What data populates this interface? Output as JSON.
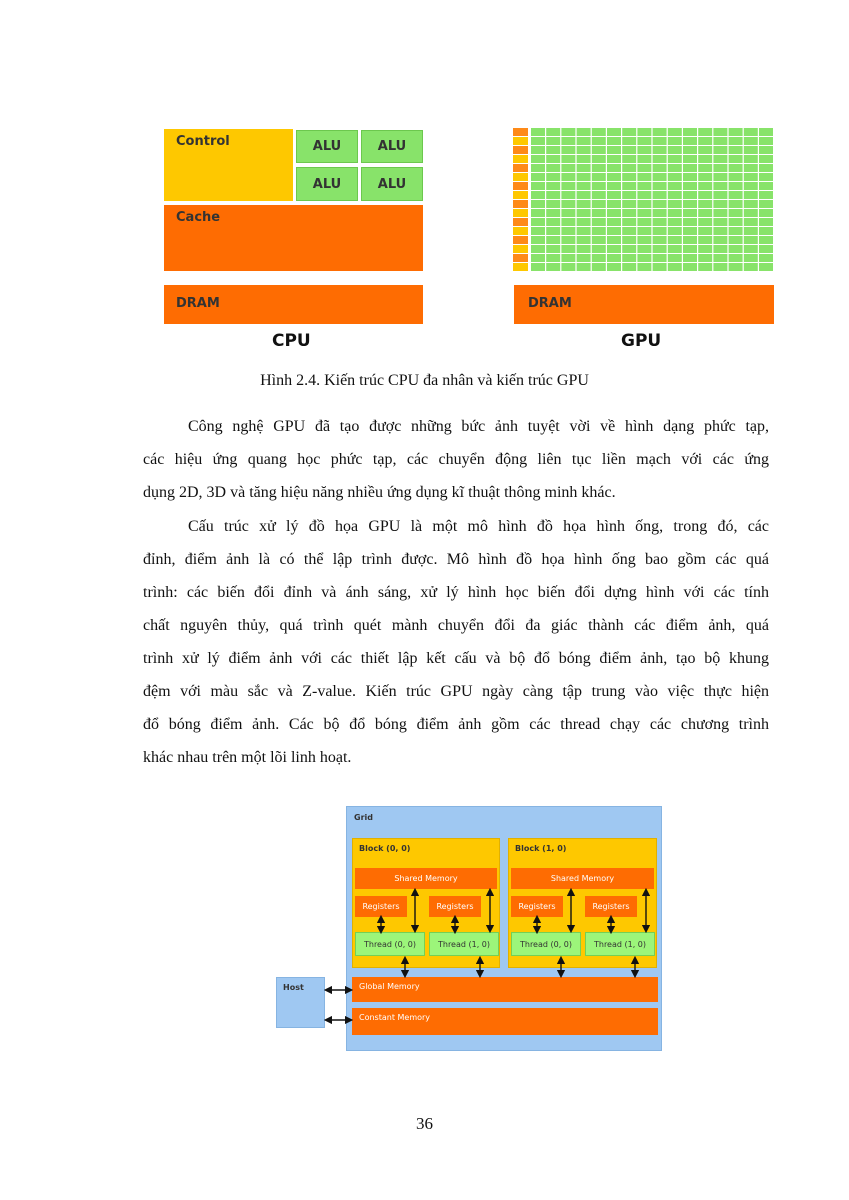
{
  "figure1": {
    "cpu": {
      "control": "Control",
      "alu": [
        "ALU",
        "ALU",
        "ALU",
        "ALU"
      ],
      "cache": "Cache",
      "dram": "DRAM",
      "caption": "CPU"
    },
    "gpu": {
      "dram": "DRAM",
      "caption": "GPU"
    },
    "colors": {
      "control": "#fec800",
      "alu": "#88e36a",
      "cache": "#fe6c02",
      "dram": "#fe6c02"
    }
  },
  "figure_caption": "Hình 2.4. Kiến trúc CPU đa nhân và kiến trúc GPU",
  "paragraphs": [
    {
      "lines": [
        "Công nghệ GPU đã tạo được những bức ảnh tuyệt vời về hình dạng phức tạp,",
        "các hiệu ứng quang học phức tạp, các chuyển động liên tục liền mạch với các ứng",
        "dụng 2D, 3D và tăng hiệu năng nhiều ứng dụng kĩ thuật thông minh khác."
      ]
    },
    {
      "lines": [
        "Cấu trúc xử lý đồ họa GPU là một mô hình đồ họa hình ống, trong đó, các",
        "đỉnh, điểm ảnh là có thể lập trình được. Mô hình đồ họa hình ống bao gồm các quá",
        "trình: các biến đổi đỉnh và ánh sáng, xử lý hình học biến đổi dựng hình với các tính",
        "chất nguyên thủy, quá trình quét mành chuyển đổi đa giác thành các điểm ảnh, quá",
        "trình xử lý điểm ảnh với các thiết lập kết cấu và bộ đổ bóng điểm ảnh, tạo bộ khung",
        "đệm với màu sắc và Z-value. Kiến trúc GPU ngày càng tập trung vào việc thực hiện",
        "đổ bóng điểm ảnh. Các bộ đổ bóng điểm ảnh gồm các thread chạy các chương trình",
        "khác nhau trên một lõi linh hoạt."
      ]
    }
  ],
  "figure2": {
    "grid": "Grid",
    "blocks": [
      {
        "label": "Block (0, 0)",
        "shared": "Shared Memory",
        "registers": [
          "Registers",
          "Registers"
        ],
        "threads": [
          "Thread (0, 0)",
          "Thread (1, 0)"
        ]
      },
      {
        "label": "Block (1, 0)",
        "shared": "Shared Memory",
        "registers": [
          "Registers",
          "Registers"
        ],
        "threads": [
          "Thread (0, 0)",
          "Thread (1, 0)"
        ]
      }
    ],
    "host": "Host",
    "global_memory": "Global Memory",
    "constant_memory": "Constant Memory"
  },
  "page_number": "36"
}
